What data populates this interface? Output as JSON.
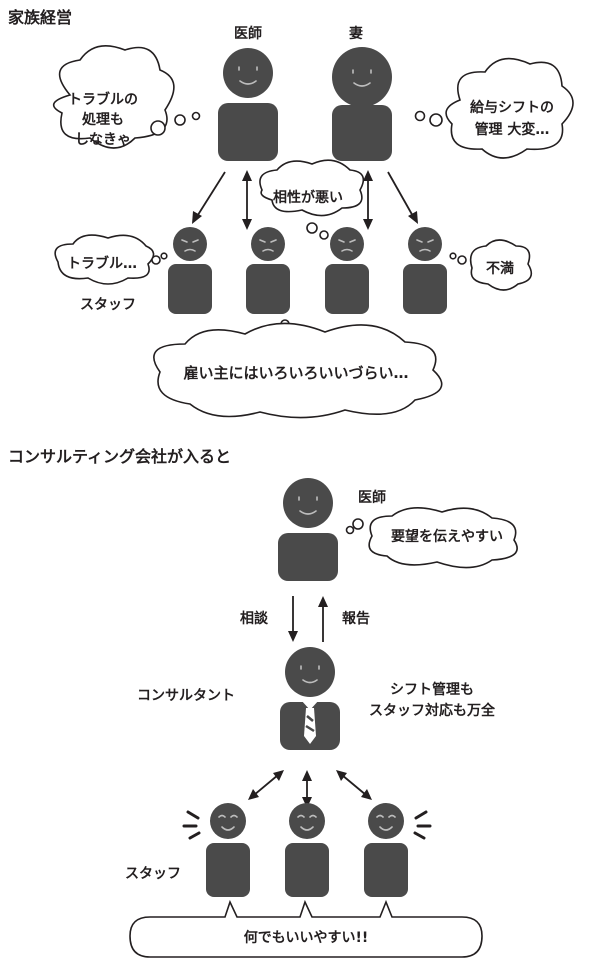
{
  "top": {
    "heading": "家族経営",
    "doctor_label": "医師",
    "wife_label": "妻",
    "doctor_thought": [
      "トラブルの",
      "処理も",
      "しなきゃ"
    ],
    "wife_thought": [
      "給与シフトの",
      "管理 大変…"
    ],
    "middle_bubble": "相性が悪い",
    "staff_trouble_bubble": "トラブル…",
    "staff_complaint_bubble": "不満",
    "staff_label": "スタッフ",
    "staff_thought": "雇い主にはいろいろいいづらい…"
  },
  "bottom": {
    "heading": "コンサルティング会社が入ると",
    "doctor_label": "医師",
    "doctor_thought": "要望を伝えやすい",
    "consult_label": "相談",
    "report_label": "報告",
    "consultant_label": "コンサルタント",
    "consultant_note": [
      "シフト管理も",
      "スタッフ対応も万全"
    ],
    "staff_label": "スタッフ",
    "staff_speech": "何でもいいやすい!!"
  }
}
